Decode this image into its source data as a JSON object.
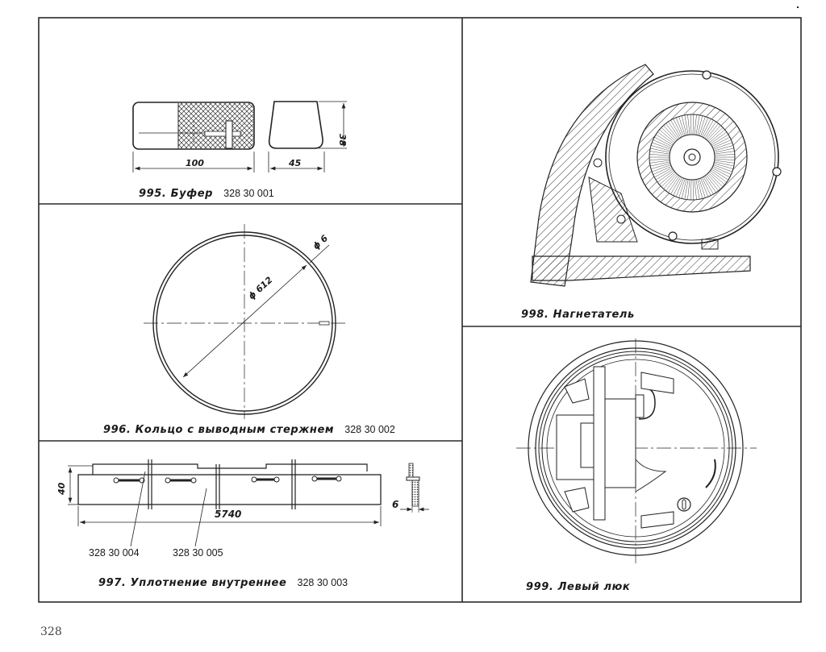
{
  "page": {
    "page_number": "328"
  },
  "figures": [
    {
      "id": "995",
      "number": "995.",
      "title": "Буфер",
      "part_code": "328 30 001",
      "dimensions": {
        "length": "100",
        "width": "45",
        "height": "38"
      }
    },
    {
      "id": "996",
      "number": "996.",
      "title": "Кольцо с выводным стержнем",
      "part_code": "328 30 002",
      "dimensions": {
        "diameter": "ϕ 612",
        "wire": "ϕ 6"
      }
    },
    {
      "id": "997",
      "number": "997.",
      "title": "Уплотнение внутреннее",
      "part_code": "328 30 003",
      "dimensions": {
        "length": "5740",
        "height": "40",
        "thickness": "6"
      },
      "callouts": [
        "328 30 004",
        "328 30 005"
      ]
    },
    {
      "id": "998",
      "number": "998.",
      "title": "Нагнетатель",
      "part_code": ""
    },
    {
      "id": "999",
      "number": "999.",
      "title": "Левый люк",
      "part_code": ""
    }
  ]
}
